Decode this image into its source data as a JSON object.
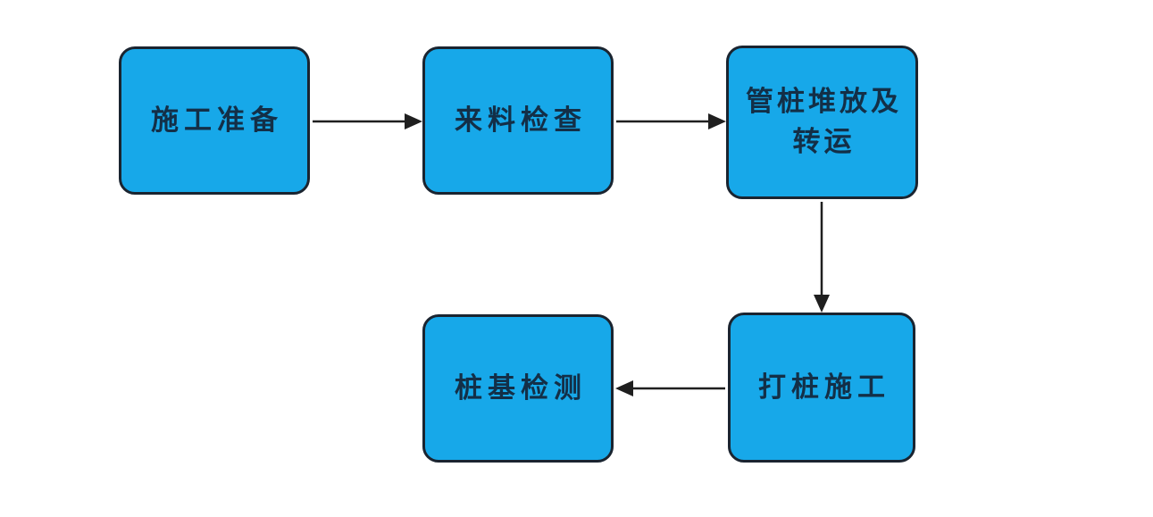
{
  "diagram": {
    "type": "flowchart",
    "background": "#FFFFFF",
    "colors": {
      "node_fill": "#17A8E9",
      "node_border": "#1A2430",
      "node_text": "#132F47",
      "arrow": "#1F1F1F"
    },
    "nodes": [
      {
        "id": "construction-preparation",
        "label": "施工准备"
      },
      {
        "id": "incoming-material-inspection",
        "label": "来料检查"
      },
      {
        "id": "pipe-pile-stacking-and-transfer",
        "label": "管桩堆放及\n转运"
      },
      {
        "id": "pile-foundation-testing",
        "label": "桩基检测"
      },
      {
        "id": "pile-driving-construction",
        "label": "打桩施工"
      }
    ],
    "edges": [
      {
        "from": "施工准备",
        "to": "来料检查",
        "direction": "right"
      },
      {
        "from": "来料检查",
        "to": "管桩堆放及转运",
        "direction": "right"
      },
      {
        "from": "管桩堆放及转运",
        "to": "打桩施工",
        "direction": "down"
      },
      {
        "from": "打桩施工",
        "to": "桩基检测",
        "direction": "left"
      }
    ]
  }
}
